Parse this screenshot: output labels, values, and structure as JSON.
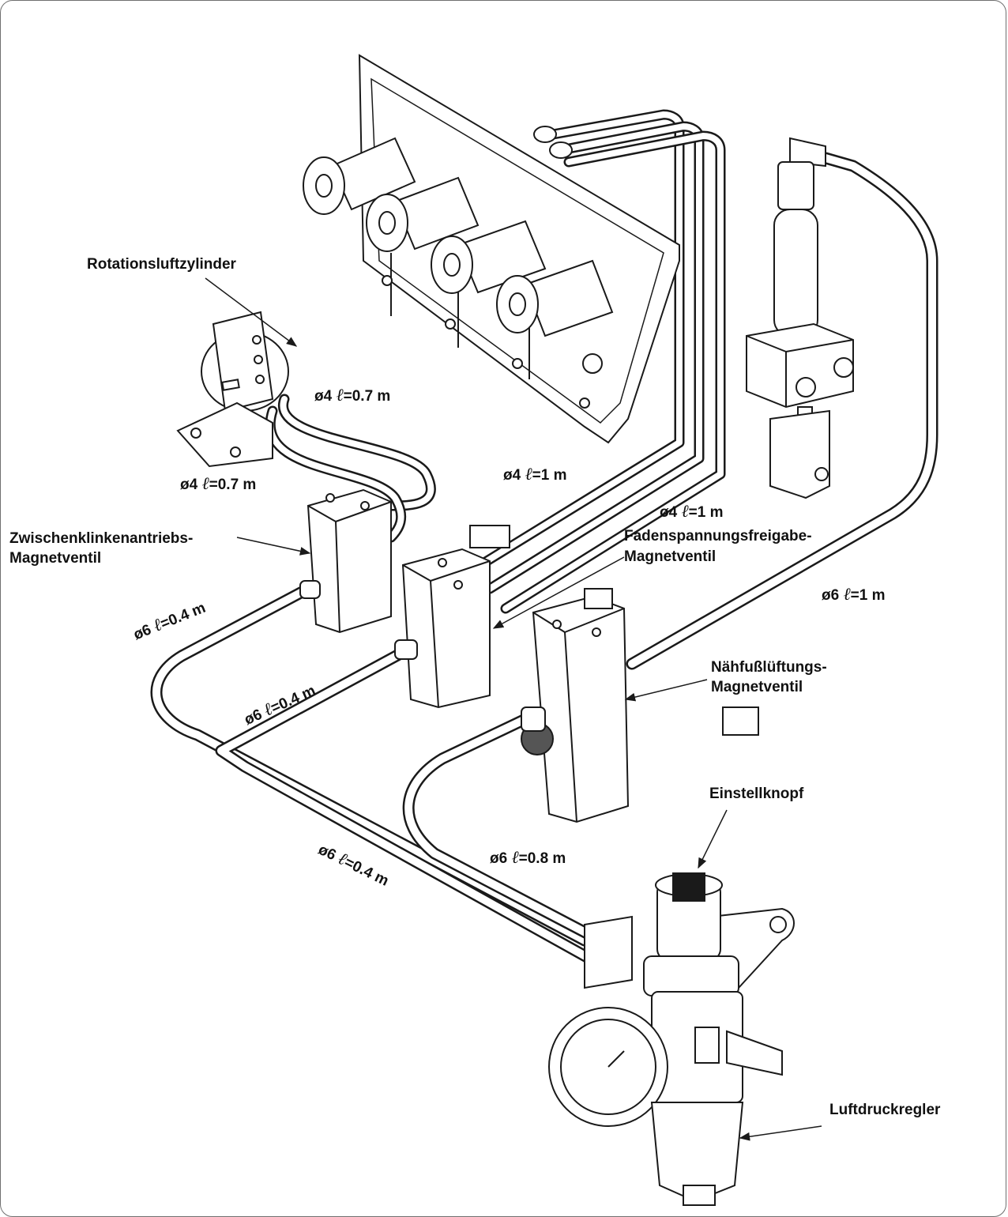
{
  "colors": {
    "line": "#1a1a1a",
    "tube": "#ffffff",
    "frame": "#6f6f6f"
  },
  "labels": {
    "rotary_cylinder": "Rotationsluftzylinder",
    "intermediate_valve_1": "Zwischenklinkenantriebs-",
    "intermediate_valve_2": "Magnetventil",
    "thread_release_1": "Fadenspannungsfreigabe-",
    "thread_release_2": "Magnetventil",
    "presser_lift_1": "Nähfußlüftungs-",
    "presser_lift_2": "Magnetventil",
    "knob": "Einstellknopf",
    "regulator": "Luftdruckregler"
  },
  "tubes": [
    {
      "d": "ø4",
      "sym": "ℓ",
      "len": "=0.7 m"
    },
    {
      "d": "ø4",
      "sym": "ℓ",
      "len": "=0.7 m"
    },
    {
      "d": "ø4",
      "sym": "ℓ",
      "len": "=1 m"
    },
    {
      "d": "ø4",
      "sym": "ℓ",
      "len": "=1 m"
    },
    {
      "d": "ø6",
      "sym": "ℓ",
      "len": "=1 m"
    },
    {
      "d": "ø6",
      "sym": "ℓ",
      "len": "=0.4 m"
    },
    {
      "d": "ø6",
      "sym": "ℓ",
      "len": "=0.4 m"
    },
    {
      "d": "ø6",
      "sym": "ℓ",
      "len": "=0.4 m"
    },
    {
      "d": "ø6",
      "sym": "ℓ",
      "len": "=0.8 m"
    }
  ]
}
